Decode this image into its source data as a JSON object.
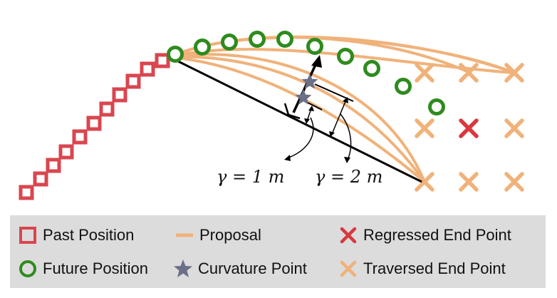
{
  "colors": {
    "past": "#d9464f",
    "future": "#2e8b1e",
    "proposal": "#f0b27a",
    "curvature": "#6b7088",
    "regressed": "#d9383f",
    "traversed": "#f0b27a",
    "line": "#000000"
  },
  "annotations": {
    "gamma1": "γ = 1 m",
    "gamma2": "γ = 2 m"
  },
  "legend": {
    "past": "Past Position",
    "proposal": "Proposal",
    "regressed": "Regressed End Point",
    "future": "Future Position",
    "curvature": "Curvature Point",
    "traversed": "Traversed End Point"
  },
  "icons": {
    "past": "square-icon",
    "future": "circle-icon",
    "proposal": "dash-icon",
    "curvature": "star-icon",
    "regressed": "x-icon",
    "traversed": "x-icon"
  }
}
